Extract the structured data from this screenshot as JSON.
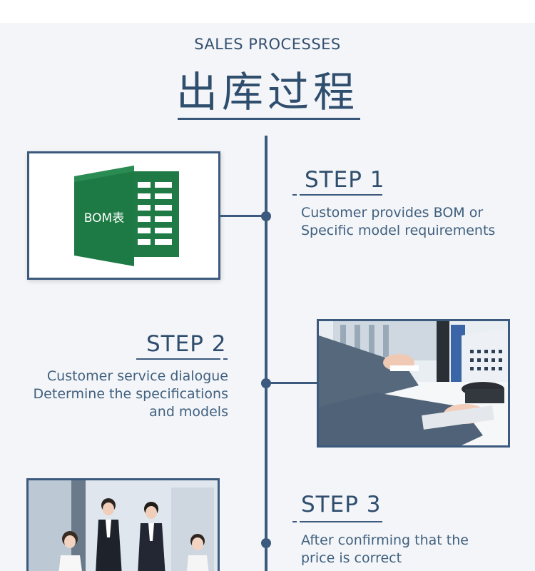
{
  "header": {
    "subtitle": "SALES PROCESSES",
    "title": "出库过程"
  },
  "colors": {
    "accent": "#3c5a7d",
    "excel_green": "#1f7a45",
    "background": "#f3f5f8"
  },
  "steps": [
    {
      "label": "STEP 1",
      "lines": [
        "Customer provides BOM or",
        "Specific model requirements"
      ],
      "image": {
        "type": "excel-icon",
        "badge": "BOM表"
      }
    },
    {
      "label": "STEP 2",
      "lines": [
        "Customer service dialogue",
        "Determine the specifications",
        "and models"
      ],
      "image": {
        "type": "typing-photo"
      }
    },
    {
      "label": "STEP 3",
      "lines": [
        "After confirming that the",
        "price is correct"
      ],
      "image": {
        "type": "team-photo"
      }
    }
  ]
}
